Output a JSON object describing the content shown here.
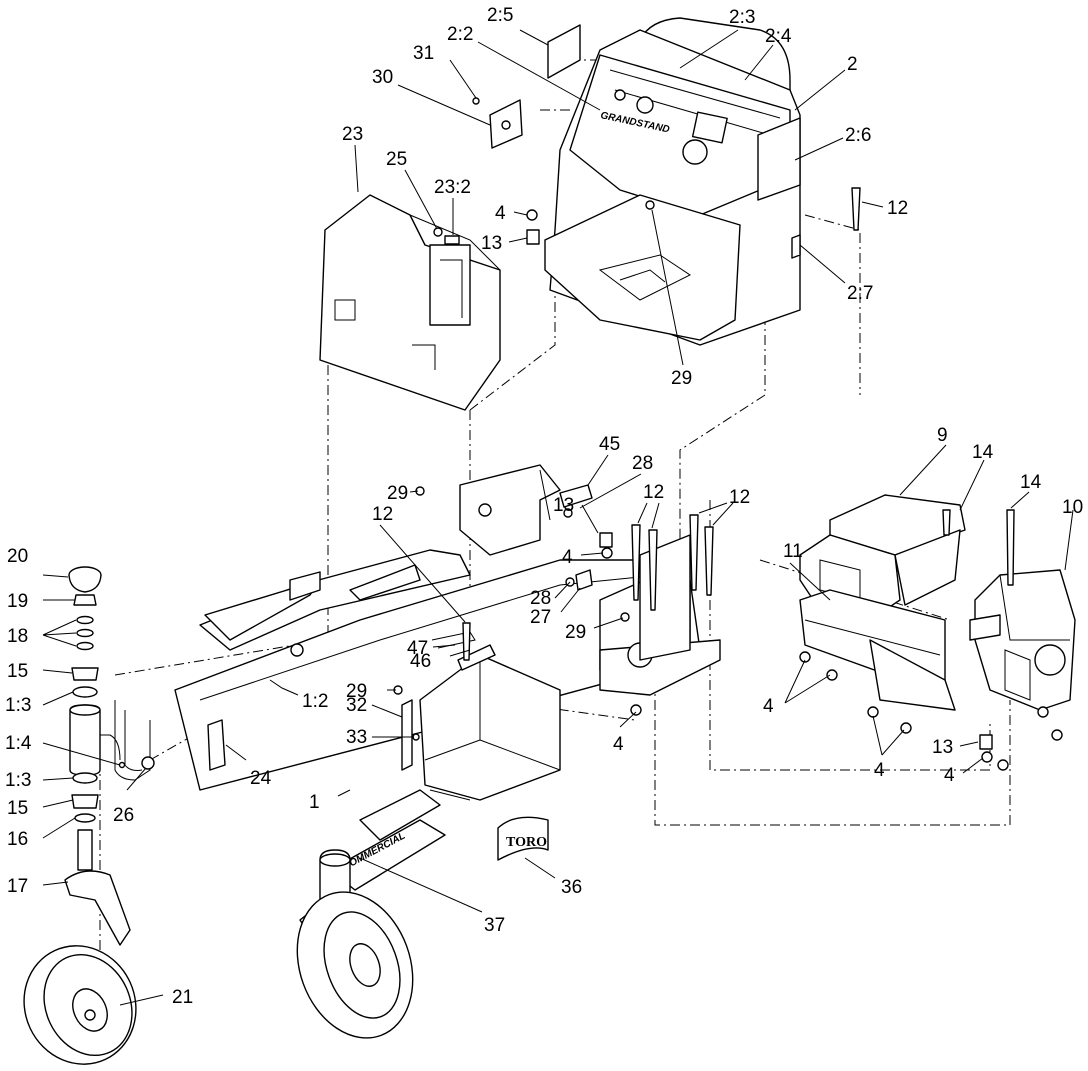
{
  "callouts": {
    "c2_5": "2:5",
    "c2_3": "2:3",
    "c2_4": "2:4",
    "c2_2": "2:2",
    "c31": "31",
    "c30": "30",
    "c2": "2",
    "c2_6": "2:6",
    "c12a": "12",
    "c23": "23",
    "c25": "25",
    "c23_2": "23:2",
    "c4a": "4",
    "c13a": "13",
    "c2_7": "2:7",
    "c29a": "29",
    "c45": "45",
    "c28a": "28",
    "c12b": "12",
    "c12c": "12",
    "c29b": "29",
    "c13b": "13",
    "c4b": "4",
    "c12d": "12",
    "c9": "9",
    "c14a": "14",
    "c14b": "14",
    "c10": "10",
    "c11": "11",
    "c28b": "28",
    "c27": "27",
    "c29c": "29",
    "c47": "47",
    "c46": "46",
    "c20": "20",
    "c19": "19",
    "c18": "18",
    "c15a": "15",
    "c1_3a": "1:3",
    "c1_4": "1:4",
    "c1_3b": "1:3",
    "c15b": "15",
    "c16": "16",
    "c17": "17",
    "c21": "21",
    "c1_2": "1:2",
    "c29d": "29",
    "c32": "32",
    "c33": "33",
    "c4c": "4",
    "c4d": "4",
    "c4e": "4",
    "c13c": "13",
    "c4f": "4",
    "c24": "24",
    "c26": "26",
    "c1": "1",
    "c37": "37",
    "c36": "36"
  },
  "decals": {
    "grandstand": "GRANDSTAND",
    "toro": "TORO",
    "commercial": "COMMERCIAL"
  }
}
